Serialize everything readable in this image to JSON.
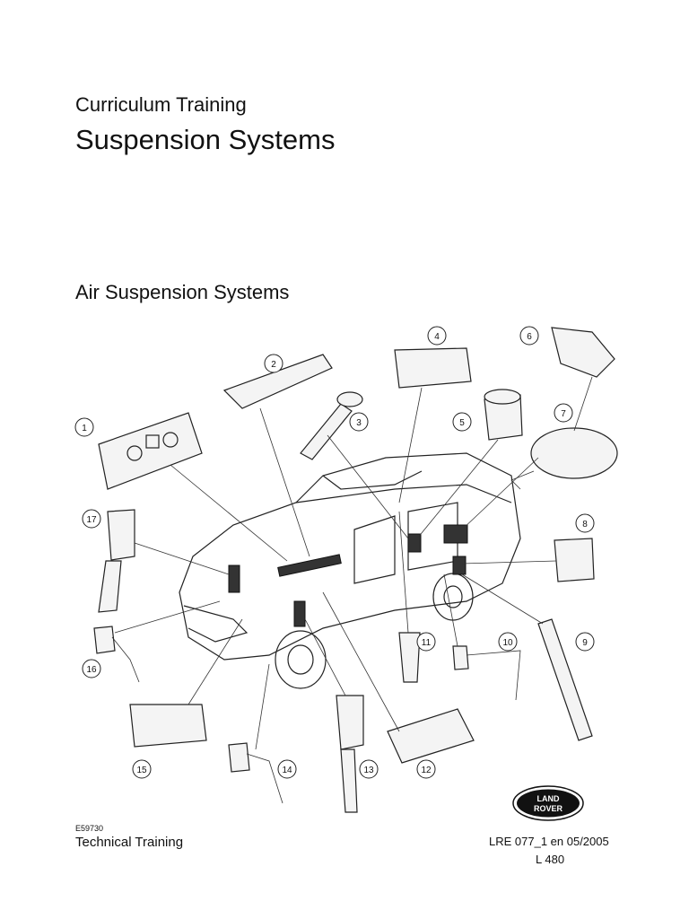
{
  "header": {
    "subtitle": "Curriculum Training",
    "title": "Suspension Systems"
  },
  "section_title": "Air Suspension Systems",
  "figure": {
    "code": "E59730",
    "callouts": [
      "1",
      "2",
      "3",
      "4",
      "5",
      "6",
      "7",
      "8",
      "9",
      "10",
      "11",
      "12",
      "13",
      "14",
      "15",
      "16",
      "17"
    ]
  },
  "footer": {
    "left": "Technical Training",
    "doc_ref": "LRE 077_1 en 05/2005",
    "page_ref": "L 480"
  },
  "logo": {
    "line1": "LAND",
    "line2": "ROVER"
  }
}
